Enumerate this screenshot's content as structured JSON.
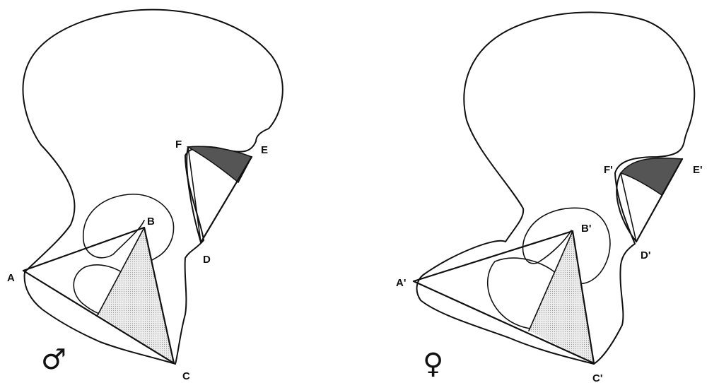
{
  "male": {
    "labels": {
      "A": "A",
      "B": "B",
      "C": "C",
      "D": "D",
      "E": "E",
      "F": "F"
    },
    "symbol": "♂"
  },
  "female": {
    "labels": {
      "A": "A'",
      "B": "B'",
      "C": "C'",
      "D": "D'",
      "E": "E'",
      "F": "F'"
    },
    "symbol": "♀"
  }
}
